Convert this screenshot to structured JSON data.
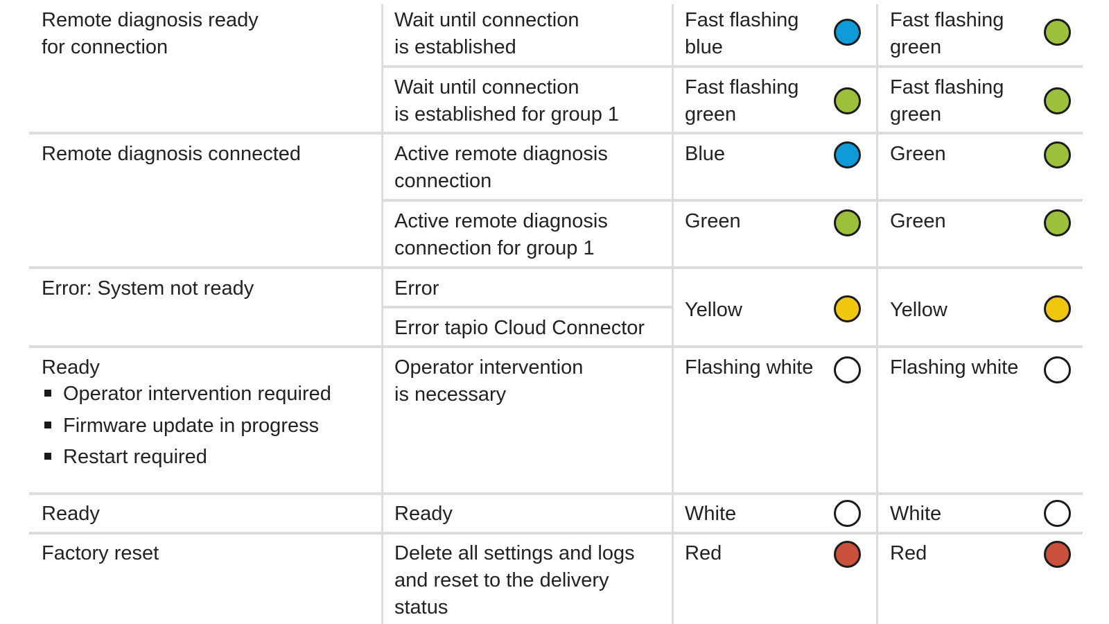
{
  "rows": [
    {
      "state": "Remote diagnosis ready\nfor connection",
      "sub": [
        {
          "desc": "Wait until connection\nis established",
          "led1": {
            "label": "Fast flashing\nblue",
            "color": "#0f9bd7"
          },
          "led2": {
            "label": "Fast flashing\ngreen",
            "color": "#9dc03a"
          }
        },
        {
          "desc": "Wait until connection\nis established for group 1",
          "led1": {
            "label": "Fast flashing\ngreen",
            "color": "#9dc03a"
          },
          "led2": {
            "label": "Fast flashing\ngreen",
            "color": "#9dc03a"
          }
        }
      ]
    },
    {
      "state": "Remote diagnosis connected",
      "sub": [
        {
          "desc": "Active remote diagnosis\nconnection",
          "led1": {
            "label": "Blue",
            "color": "#0f9bd7"
          },
          "led2": {
            "label": "Green",
            "color": "#9dc03a"
          }
        },
        {
          "desc": "Active remote diagnosis\nconnection for group 1",
          "led1": {
            "label": "Green",
            "color": "#9dc03a"
          },
          "led2": {
            "label": "Green",
            "color": "#9dc03a"
          }
        }
      ]
    },
    {
      "state": "Error: System not ready",
      "sub": [
        {
          "desc": "Error"
        },
        {
          "desc": "Error tapio Cloud Connector"
        }
      ],
      "led1": {
        "label": "Yellow",
        "color": "#f1c70d"
      },
      "led2": {
        "label": "Yellow",
        "color": "#f1c70d"
      }
    },
    {
      "state": "Ready",
      "bullets": [
        "Operator intervention required",
        "Firmware update in progress",
        "Restart required"
      ],
      "sub": [
        {
          "desc": "Operator intervention\nis necessary",
          "led1": {
            "label": "Flashing white",
            "color": "#ffffff"
          },
          "led2": {
            "label": "Flashing white",
            "color": "#ffffff"
          }
        }
      ]
    },
    {
      "state": "Ready",
      "sub": [
        {
          "desc": "Ready",
          "led1": {
            "label": "White",
            "color": "#ffffff"
          },
          "led2": {
            "label": "White",
            "color": "#ffffff"
          }
        }
      ]
    },
    {
      "state": "Factory reset",
      "sub": [
        {
          "desc": "Delete all settings and logs\nand reset to the delivery\nstatus",
          "led1": {
            "label": "Red",
            "color": "#c9503a"
          },
          "led2": {
            "label": "Red",
            "color": "#c9503a"
          }
        }
      ]
    }
  ]
}
